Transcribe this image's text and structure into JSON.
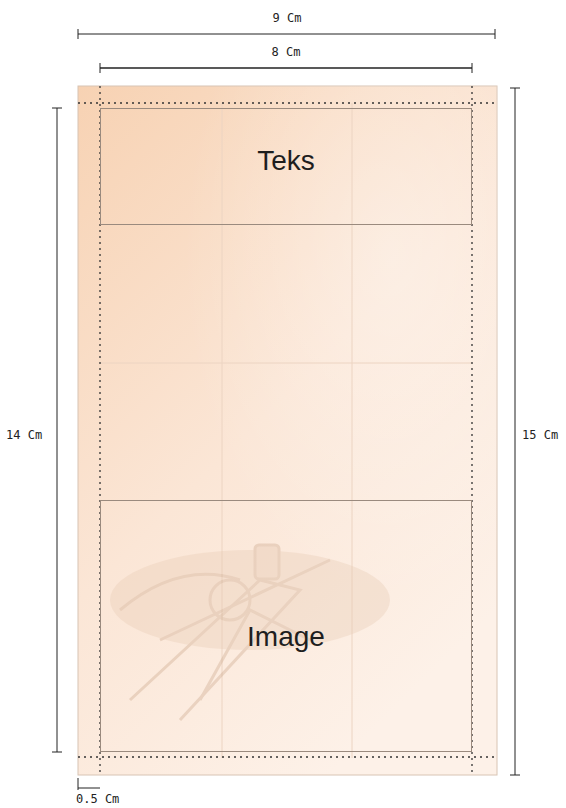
{
  "diagram": {
    "nodes": [
      {
        "text": [
          "Teks"
        ]
      },
      {
        "text": [
          "Image"
        ]
      }
    ],
    "labels": [
      "9 Cm",
      "8 Cm",
      "14 Cm",
      "15 Cm",
      "0.5 Cm"
    ]
  }
}
